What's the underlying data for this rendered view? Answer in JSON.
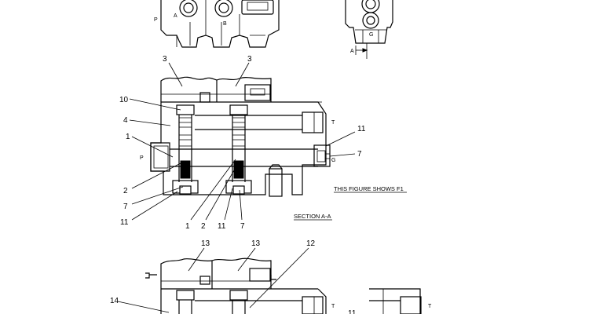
{
  "ports": {
    "a": "A",
    "b": "B",
    "p_top": "P",
    "g_top": "G",
    "p_mid": "P",
    "t_mid": "T",
    "g_mid": "G",
    "t_bot1": "T",
    "t_bot2": "T"
  },
  "section_marker": "A",
  "callouts": {
    "c3a": "3",
    "c3b": "3",
    "c10": "10",
    "c4": "4",
    "c1a": "1",
    "c2a": "2",
    "c7a": "7",
    "c11a": "11",
    "c1b": "1",
    "c2b": "2",
    "c11b": "11",
    "c7b": "7",
    "c11c": "11",
    "c7c": "7",
    "c13a": "13",
    "c13b": "13",
    "c12": "12",
    "c14": "14",
    "c11d": "11"
  },
  "captions": {
    "figure_note": "THIS FIGURE SHOWS  F1",
    "section": "SECTION   A-A"
  }
}
